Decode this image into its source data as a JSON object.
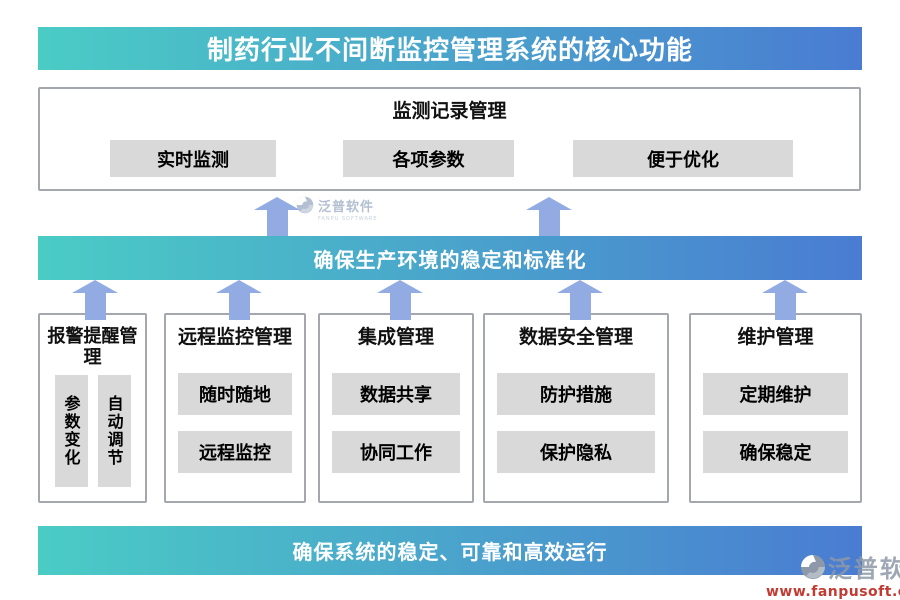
{
  "title": "制药行业不间断监控管理系统的核心功能",
  "top_section": {
    "title": "监测记录管理",
    "buttons": [
      "实时监测",
      "各项参数",
      "便于优化"
    ]
  },
  "middle_band": {
    "label": "确保生产环境的稳定和标准化"
  },
  "columns": [
    {
      "title": "报警提醒管理",
      "buttons": [
        "参数变化",
        "自动调节"
      ]
    },
    {
      "title": "远程监控管理",
      "buttons": [
        "随时随地",
        "远程监控"
      ]
    },
    {
      "title": "集成管理",
      "buttons": [
        "数据共享",
        "协同工作"
      ]
    },
    {
      "title": "数据安全管理",
      "buttons": [
        "防护措施",
        "保护隐私"
      ]
    },
    {
      "title": "维护管理",
      "buttons": [
        "定期维护",
        "确保稳定"
      ]
    }
  ],
  "bottom_band": {
    "label": "确保系统的稳定、可靠和高效运行"
  },
  "watermark": {
    "name": "泛普软件",
    "subtitle": "FANPU SOFTWARE"
  },
  "footer_logo": {
    "name": "泛普软件",
    "url": "www.fanpusoft.com"
  },
  "colors": {
    "gradient_start": "#4accc5",
    "gradient_end": "#4a7cd2",
    "arrow": "#92abe3",
    "chip_bg": "#d9d9d9",
    "box_border": "#a5a7af",
    "band_text": "#ffffff",
    "logo_gray": "#8d99a8",
    "logo_url_red": "#c23b33",
    "watermark_gray": "#b3c0d2"
  }
}
